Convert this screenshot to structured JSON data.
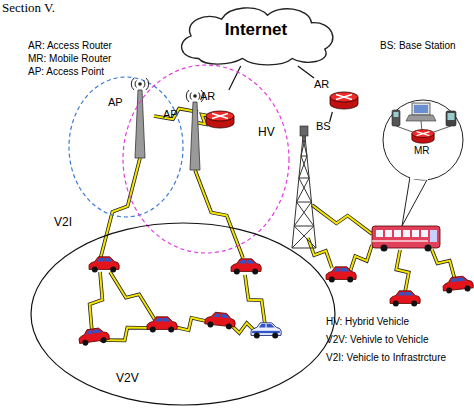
{
  "diagram": {
    "nodes": [
      {
        "text": [
          "Internet"
        ]
      },
      {
        "text": [
          "AR"
        ]
      },
      {
        "text": [
          "AR"
        ]
      },
      {
        "text": [
          "BS"
        ]
      },
      {
        "text": [
          "V2I"
        ]
      },
      {
        "text": [
          "AP"
        ],
        "in": 4
      },
      {
        "text": [
          "HV"
        ]
      },
      {
        "text": [
          "AP"
        ],
        "in": 6
      },
      {
        "text": [
          "MR"
        ]
      },
      {
        "text": [
          "V2V"
        ]
      }
    ],
    "edges": [
      {
        "from": 0,
        "to": 1,
        "arrow": "none"
      },
      {
        "from": 0,
        "to": 2,
        "arrow": "none"
      },
      {
        "from": 1,
        "to": 5,
        "arrow": "none"
      },
      {
        "from": 1,
        "to": 7,
        "arrow": "none"
      },
      {
        "from": 2,
        "to": 3,
        "arrow": "none"
      }
    ],
    "labels": [
      "Section V.",
      "AR: Access Router",
      "MR: Mobile Router",
      "AP: Access Point",
      "BS: Base Station",
      "HV: Hybrid Vehicle",
      "V2V: Vehivle to Vehicle",
      "V2I: Vehicle to Infrastrcture"
    ]
  }
}
